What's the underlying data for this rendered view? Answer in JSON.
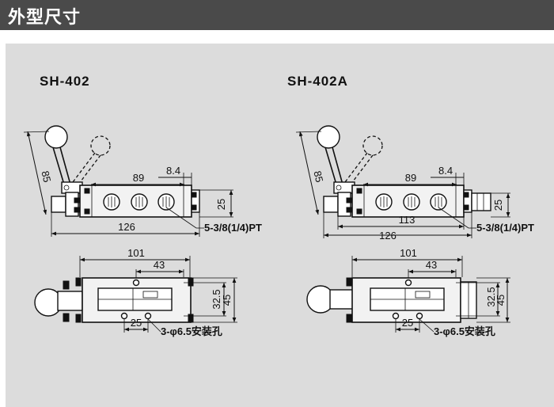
{
  "header": {
    "title": "外型尺寸"
  },
  "colors": {
    "header_bg": "#4a4a4a",
    "panel_bg": "#dcdcdc",
    "line": "#111111"
  },
  "models": [
    {
      "name": "SH-402",
      "dims": {
        "lever": "85",
        "length_89": "89",
        "offset": "8.4",
        "height": "25",
        "overall": "126",
        "port": "5-3/8(1/4)PT",
        "width_101": "101",
        "hole_43": "43",
        "side_32_5": "32.5",
        "side_45": "45",
        "hole_25": "25",
        "mount": "3-φ6.5安装孔"
      }
    },
    {
      "name": "SH-402A",
      "dims": {
        "lever": "85",
        "length_89": "89",
        "offset": "8.4",
        "height": "25",
        "length_113": "113",
        "overall": "126",
        "port": "5-3/8(1/4)PT",
        "width_101": "101",
        "hole_43": "43",
        "side_32_5": "32.5",
        "side_45": "45",
        "hole_25": "25",
        "mount": "3-φ6.5安装孔"
      }
    }
  ]
}
